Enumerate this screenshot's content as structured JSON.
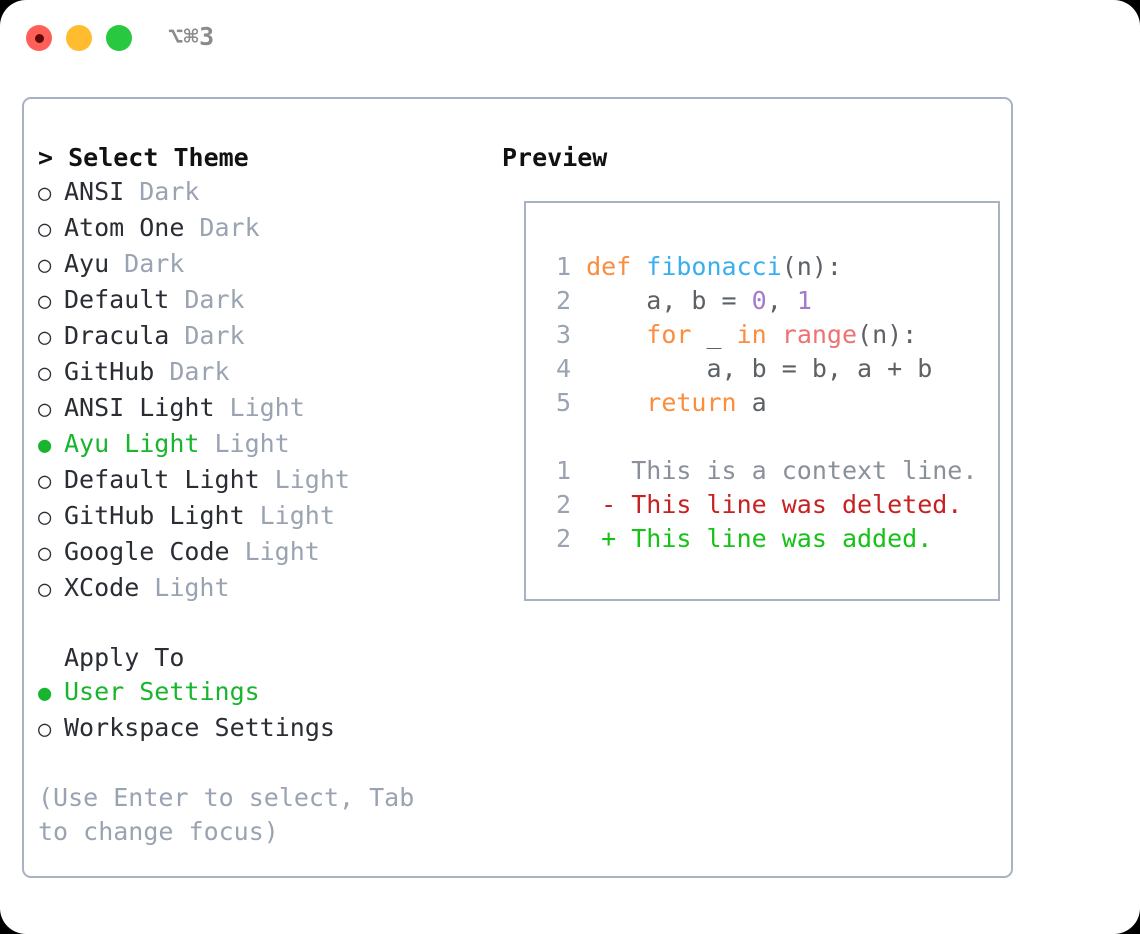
{
  "window": {
    "shortcut": "⌥⌘3",
    "traffic_lights": [
      "close-light",
      "minimize-light",
      "maximize-light"
    ]
  },
  "left": {
    "title": "> Select Theme",
    "themes": [
      {
        "marker": "○",
        "selected": false,
        "name": "ANSI",
        "variant": "Dark"
      },
      {
        "marker": "○",
        "selected": false,
        "name": "Atom One",
        "variant": "Dark"
      },
      {
        "marker": "○",
        "selected": false,
        "name": "Ayu",
        "variant": "Dark"
      },
      {
        "marker": "○",
        "selected": false,
        "name": "Default",
        "variant": "Dark"
      },
      {
        "marker": "○",
        "selected": false,
        "name": "Dracula",
        "variant": "Dark"
      },
      {
        "marker": "○",
        "selected": false,
        "name": "GitHub",
        "variant": "Dark"
      },
      {
        "marker": "○",
        "selected": false,
        "name": "ANSI Light",
        "variant": "Light"
      },
      {
        "marker": "●",
        "selected": true,
        "name": "Ayu Light",
        "variant": "Light"
      },
      {
        "marker": "○",
        "selected": false,
        "name": "Default Light",
        "variant": "Light"
      },
      {
        "marker": "○",
        "selected": false,
        "name": "GitHub Light",
        "variant": "Light"
      },
      {
        "marker": "○",
        "selected": false,
        "name": "Google Code",
        "variant": "Light"
      },
      {
        "marker": "○",
        "selected": false,
        "name": "XCode",
        "variant": "Light"
      }
    ],
    "apply_to": {
      "title": "Apply To",
      "options": [
        {
          "marker": "●",
          "selected": true,
          "label": "User Settings"
        },
        {
          "marker": "○",
          "selected": false,
          "label": "Workspace Settings"
        }
      ]
    },
    "hint": "(Use Enter to select, Tab to change focus)"
  },
  "right": {
    "title": "Preview",
    "code_lines": [
      {
        "number": "1",
        "tokens": [
          {
            "text": "def ",
            "kind": "kw"
          },
          {
            "text": "fibonacci",
            "kind": "fn"
          },
          {
            "text": "(n):",
            "kind": "punct"
          }
        ]
      },
      {
        "number": "2",
        "tokens": [
          {
            "text": "    a, b = ",
            "kind": "txt"
          },
          {
            "text": "0",
            "kind": "num"
          },
          {
            "text": ", ",
            "kind": "txt"
          },
          {
            "text": "1",
            "kind": "num"
          }
        ]
      },
      {
        "number": "3",
        "tokens": [
          {
            "text": "    ",
            "kind": "txt"
          },
          {
            "text": "for",
            "kind": "kw"
          },
          {
            "text": " _ ",
            "kind": "txt"
          },
          {
            "text": "in",
            "kind": "kw"
          },
          {
            "text": " ",
            "kind": "txt"
          },
          {
            "text": "range",
            "kind": "call"
          },
          {
            "text": "(n):",
            "kind": "punct"
          }
        ]
      },
      {
        "number": "4",
        "tokens": [
          {
            "text": "        a, b = b, a + b",
            "kind": "txt"
          }
        ]
      },
      {
        "number": "5",
        "tokens": [
          {
            "text": "    ",
            "kind": "txt"
          },
          {
            "text": "return",
            "kind": "kw"
          },
          {
            "text": " a",
            "kind": "txt"
          }
        ]
      }
    ],
    "diff_lines": [
      {
        "number": "1",
        "sign": " ",
        "text": "This is a context line.",
        "kind": "ctx"
      },
      {
        "number": "2",
        "sign": "-",
        "text": "This line was deleted.",
        "kind": "del"
      },
      {
        "number": "2",
        "sign": "+",
        "text": "This line was added.",
        "kind": "add"
      }
    ]
  },
  "colors": {
    "keyword": "#FA8D3E",
    "function": "#39AFEE",
    "number": "#A37ACC",
    "call": "#F07171",
    "text": "#5C6166",
    "line_number": "#9AA3B2",
    "selected": "#19B52E",
    "muted": "#9AA3B2",
    "diff_add": "#16C216",
    "diff_del": "#C62222",
    "border": "#A9B2C3"
  }
}
